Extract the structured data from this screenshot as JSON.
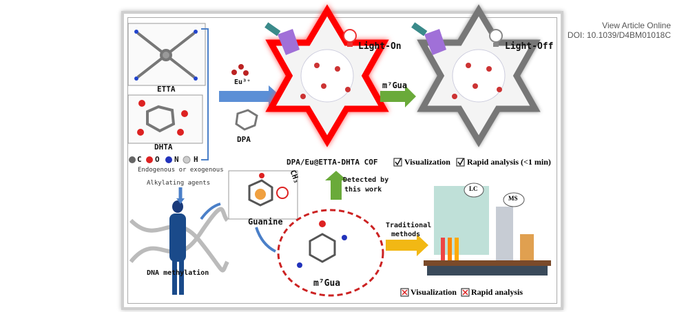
{
  "header": {
    "view_online": "View Article Online",
    "doi": "DOI: 10.1039/D4BM01018C"
  },
  "figure": {
    "etta": "ETTA",
    "dhta": "DHTA",
    "dpa": "DPA",
    "eu": "Eu³⁺",
    "atoms": [
      "C",
      "O",
      "N",
      "H"
    ],
    "light_on": "Light-On",
    "light_off": "Light-Off",
    "m7gua_arrow": "m⁷Gua",
    "cof": "DPA/Eu@ETTA-DHTA COF",
    "check_visual": "Visualization",
    "check_rapid": "Rapid analysis (<1 min)",
    "alk1": "Endogenous or exogenous",
    "alk2": "Alkylating agents",
    "guanine": "Guanine",
    "ch3": "CH₃",
    "dna": "DNA methylation",
    "detected1": "Detected by",
    "detected2": "this work",
    "m7gua": "m⁷Gua",
    "trad1": "Traditional",
    "trad2": "methods",
    "lc": "LC",
    "ms": "MS",
    "x_visual": "Visualization",
    "x_rapid": "Rapid analysis"
  }
}
